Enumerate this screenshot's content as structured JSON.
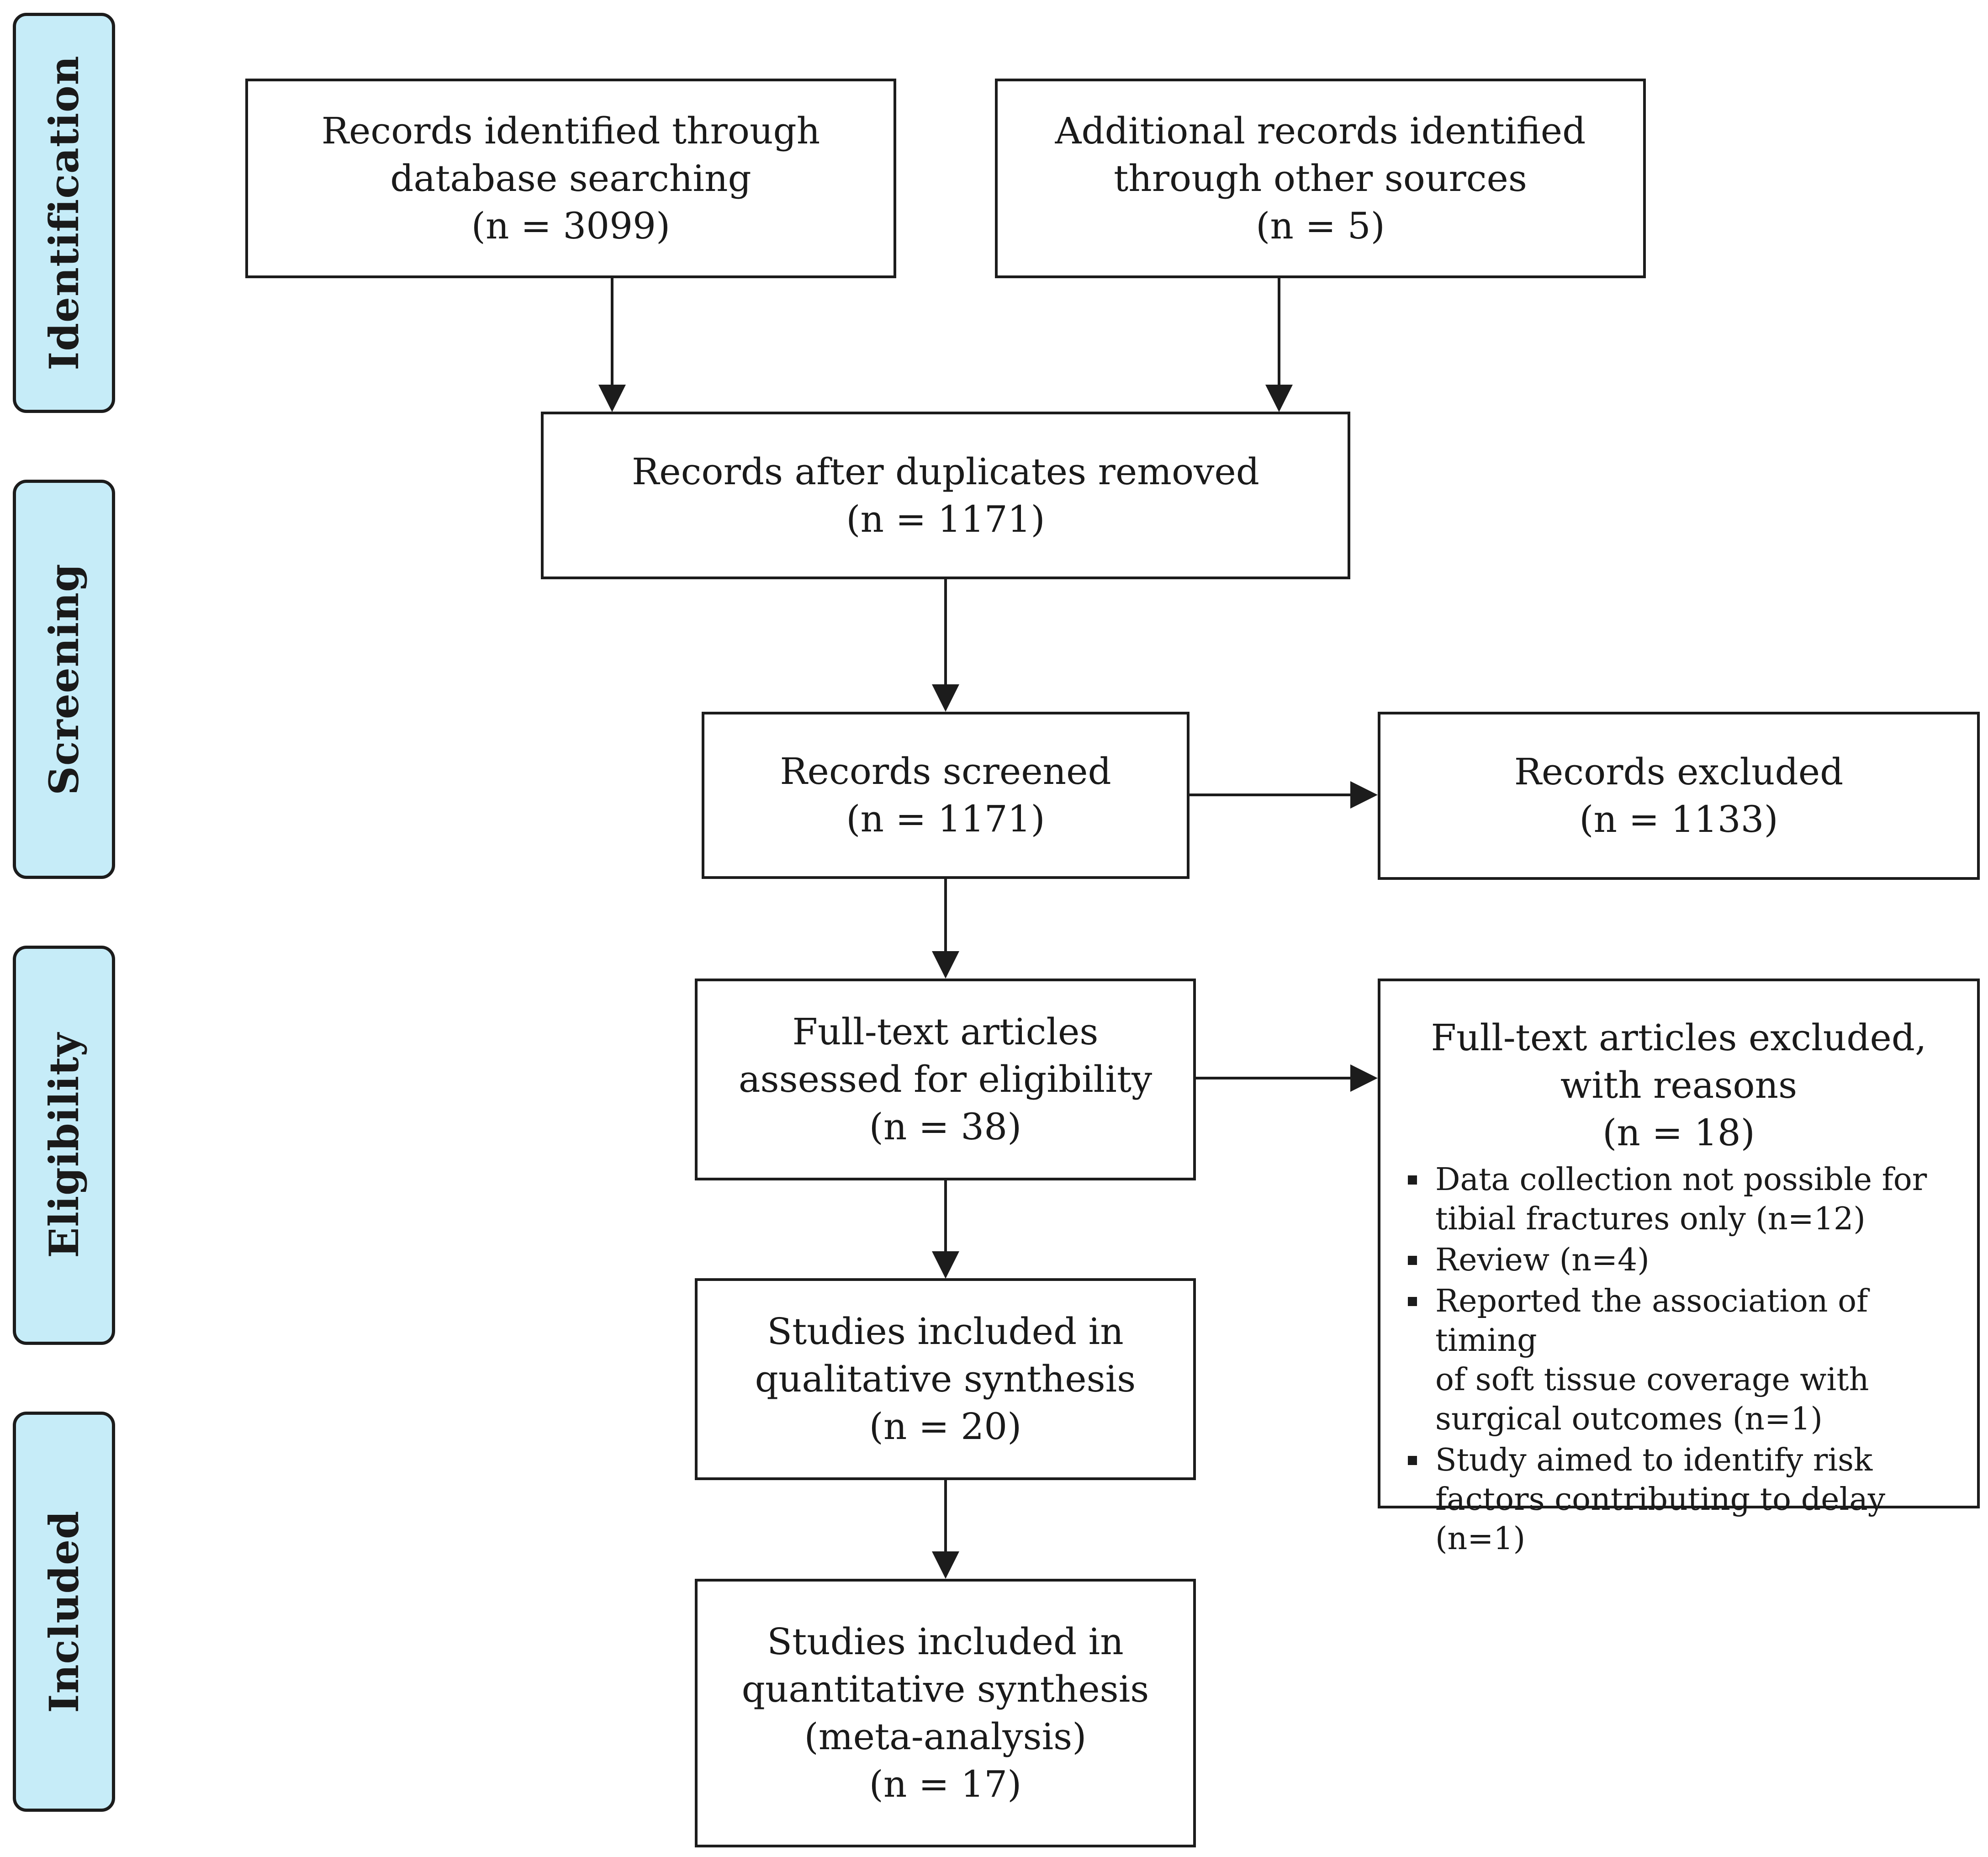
{
  "phases": {
    "identification": "Identification",
    "screening": "Screening",
    "eligibility": "Eligibility",
    "included": "Included"
  },
  "boxes": {
    "database": {
      "line1": "Records identified through",
      "line2": "database searching",
      "count": "(n = 3099)"
    },
    "other_sources": {
      "line1": "Additional records identified",
      "line2": "through other sources",
      "count": "(n = 5)"
    },
    "duplicates_removed": {
      "line1": "Records after duplicates removed",
      "count": "(n = 1171)"
    },
    "screened": {
      "line1": "Records screened",
      "count": "(n = 1171)"
    },
    "excluded": {
      "line1": "Records excluded",
      "count": "(n = 1133)"
    },
    "fulltext": {
      "line1": "Full-text articles",
      "line2": "assessed for eligibility",
      "count": "(n = 38)"
    },
    "fulltext_excluded": {
      "line1": "Full-text articles excluded,",
      "line2": "with reasons",
      "count": "(n = 18)",
      "reasons": [
        {
          "line1": "Data collection not possible for",
          "line2": "tibial fractures only (n=12)"
        },
        {
          "line1": "Review (n=4)"
        },
        {
          "line1": "Reported the association of timing",
          "line2": "of soft tissue coverage with",
          "line3": "surgical outcomes (n=1)"
        },
        {
          "line1": "Study aimed to identify risk",
          "line2": "factors contributing to delay (n=1)"
        }
      ]
    },
    "qualitative": {
      "line1": "Studies included in",
      "line2": "qualitative synthesis",
      "count": "(n = 20)"
    },
    "quantitative": {
      "line1": "Studies included in",
      "line2": "quantitative synthesis",
      "line3": "(meta-analysis)",
      "count": "(n = 17)"
    }
  },
  "colors": {
    "phase_fill": "#c6ecf8",
    "stroke": "#1c1c1c",
    "background": "#ffffff"
  }
}
